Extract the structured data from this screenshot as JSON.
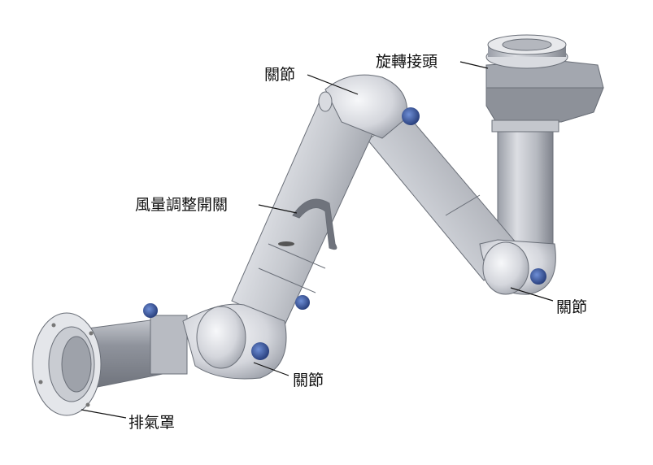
{
  "labels": {
    "joint_top": "關節",
    "rotary_joint": "旋轉接頭",
    "airflow_switch": "風量調整開關",
    "joint_right": "關節",
    "joint_bottom": "關節",
    "exhaust_hood": "排氣罩"
  },
  "colors": {
    "pipe_light": "#f2f3f6",
    "pipe_mid": "#b9bcc4",
    "pipe_dark": "#7d818b",
    "knob": "#2f4f9a"
  }
}
